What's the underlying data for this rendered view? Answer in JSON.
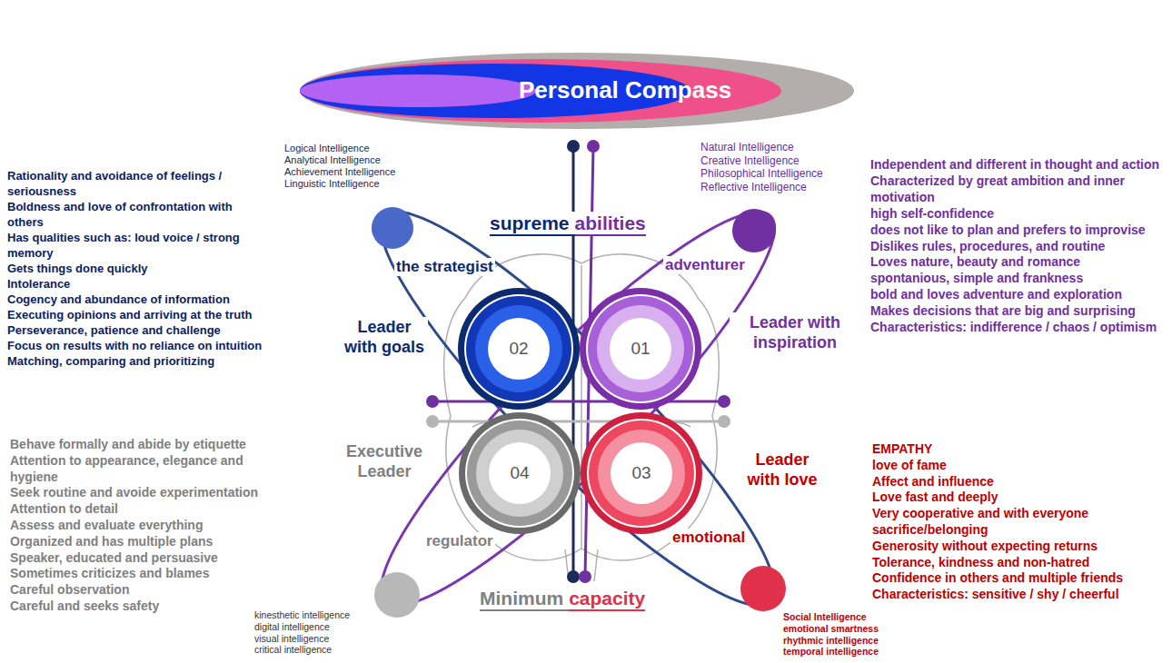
{
  "diagram": {
    "title": "Personal Compass",
    "nodes": [
      {
        "text": [
          "02"
        ]
      },
      {
        "text": [
          "01"
        ]
      },
      {
        "text": [
          "04"
        ]
      },
      {
        "text": [
          "03"
        ]
      }
    ],
    "labels": [
      "Logical Intelligence",
      "Analytical Intelligence",
      "Achievement Intelligence",
      "Linguistic Intelligence",
      "Natural Intelligence",
      "Creative Intelligence",
      "Philosophical Intelligence",
      "Reflective Intelligence",
      "Rationality and avoidance of feelings / seriousness",
      "Boldness and love of confrontation with others",
      "Has qualities such as: loud voice / strong memory",
      "Gets things done quickly",
      "Intolerance",
      "Cogency and abundance of information",
      "Executing opinions and arriving at the truth",
      "Perseverance, patience and challenge",
      "Focus on results with no reliance on intuition",
      "Matching, comparing and prioritizing",
      "Independent and different in thought and action",
      "Characterized by great ambition and inner motivation",
      "high self-confidence",
      "does not like to plan and prefers to improvise",
      "Dislikes rules, procedures, and routine",
      "Loves nature, beauty and romance",
      "spontanious, simple and frankness",
      "bold and loves adventure and exploration",
      "Makes decisions that are big and surprising",
      "Characteristics: indifference / chaos / optimism",
      "supreme",
      "abilities",
      "the strategist",
      "adventurer",
      "Leader with goals",
      "Leader with inspiration",
      "Executive Leader",
      "Leader with love",
      "regulator",
      "emotional",
      "Behave formally and abide by etiquette",
      "Attention to appearance, elegance and hygiene",
      "Seek routine and avoide experimentation",
      "Attention to detail",
      "Assess and evaluate everything",
      "Organized and has multiple plans",
      "Speaker, educated and persuasive",
      "Sometimes criticizes and blames",
      "Careful observation",
      "Careful and seeks safety",
      "EMPATHY",
      "love of fame",
      "Affect and influence",
      "Love fast and deeply",
      "Very cooperative and with everyone sacrifice/belonging",
      "Generosity without expecting returns",
      "Tolerance, kindness and non-hatred",
      "Confidence in others and multiple friends",
      "Characteristics: sensitive / shy / cheerful",
      "Minimum",
      "capacity",
      "kinesthetic intelligence",
      "digital intelligence",
      "visual intelligence",
      "critical intelligence",
      "Social Intelligence",
      "emotional smartness",
      "rhythmic intelligence",
      "temporal intelligence"
    ]
  }
}
